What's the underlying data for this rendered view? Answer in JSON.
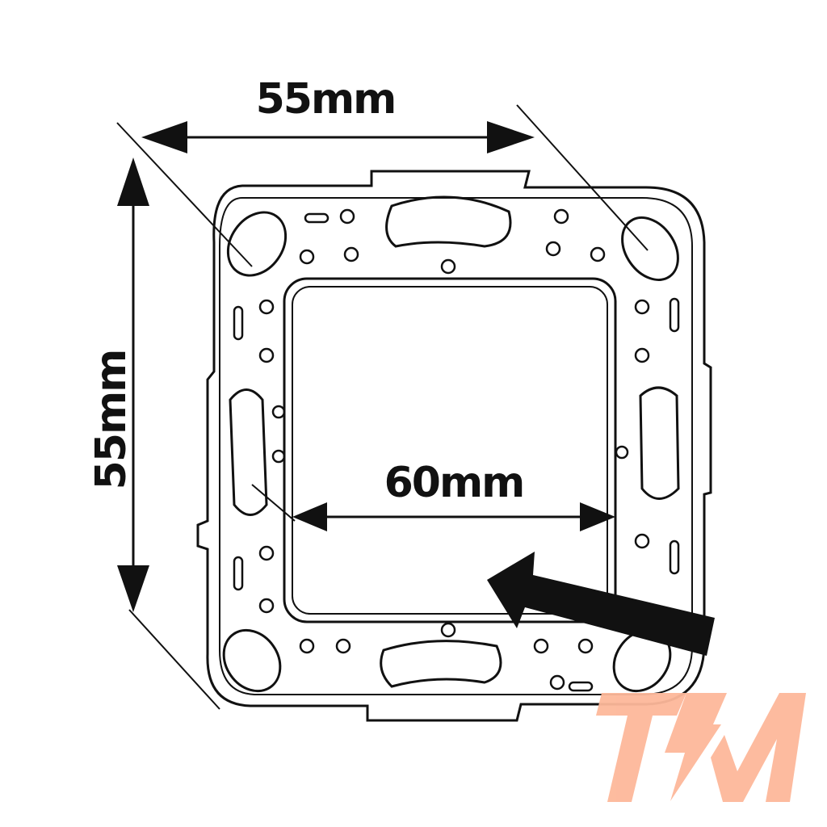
{
  "dimensions": {
    "top_width": "55mm",
    "left_height": "55mm",
    "inner_width": "60mm"
  },
  "logo": {
    "text": "TM",
    "color": "#fdb89a"
  },
  "colors": {
    "line": "#111111",
    "background": "#ffffff"
  }
}
